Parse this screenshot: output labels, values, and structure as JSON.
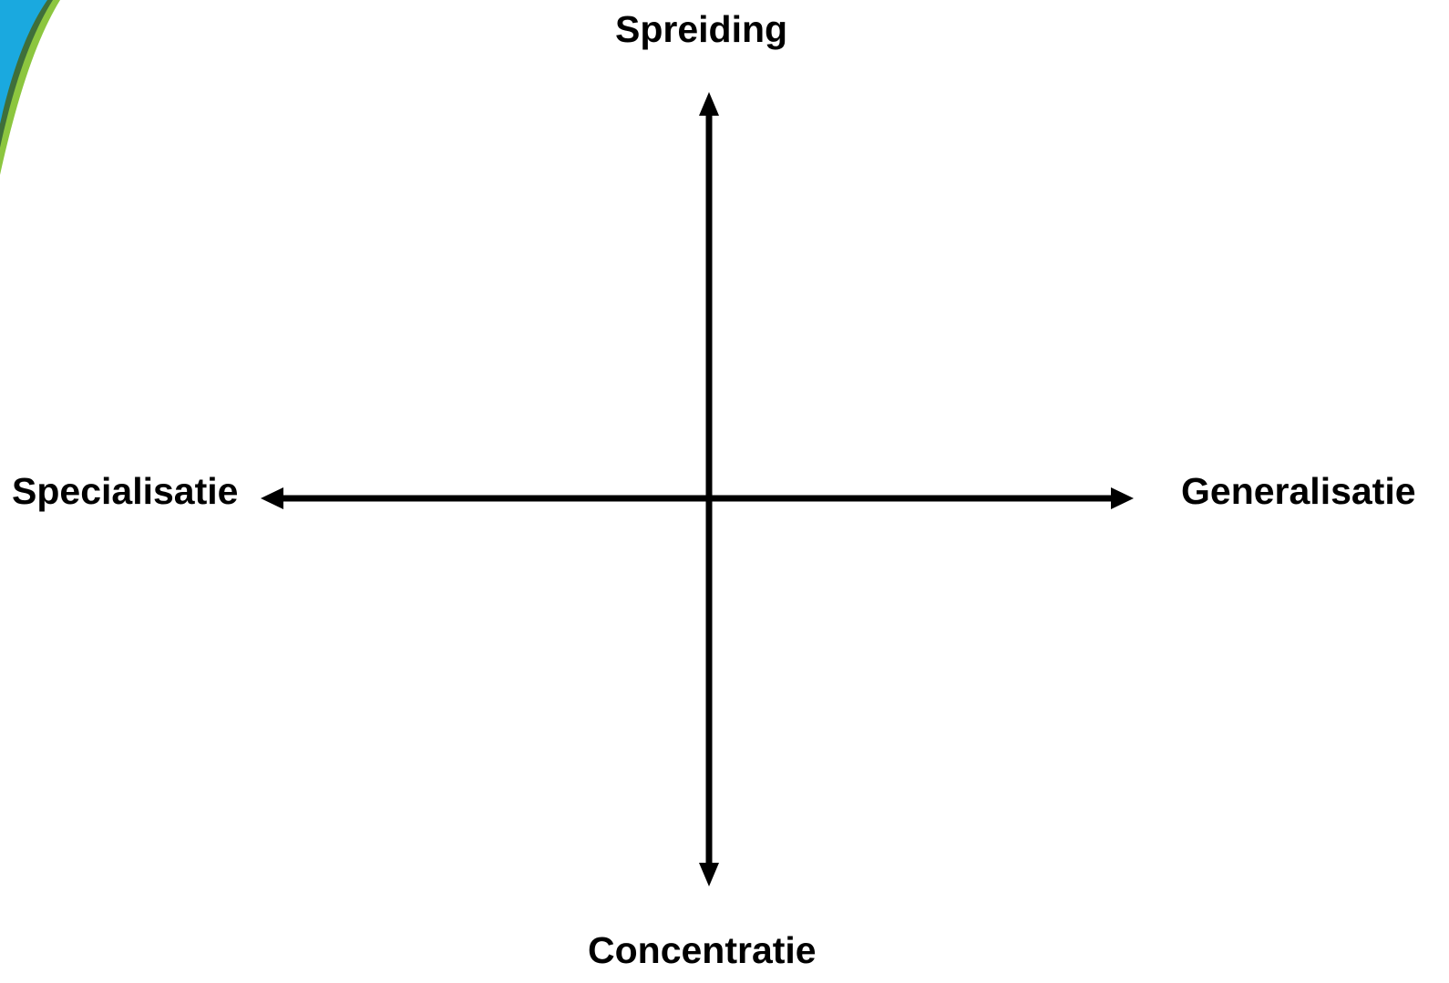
{
  "diagram": {
    "axes": {
      "top": "Spreiding",
      "bottom": "Concentratie",
      "left": "Specialisatie",
      "right": "Generalisatie"
    }
  },
  "colors": {
    "axis": "#000000",
    "decoration_blue": "#1aa9df",
    "decoration_green": "#8cc63f",
    "decoration_dark": "#3f6f3a"
  }
}
